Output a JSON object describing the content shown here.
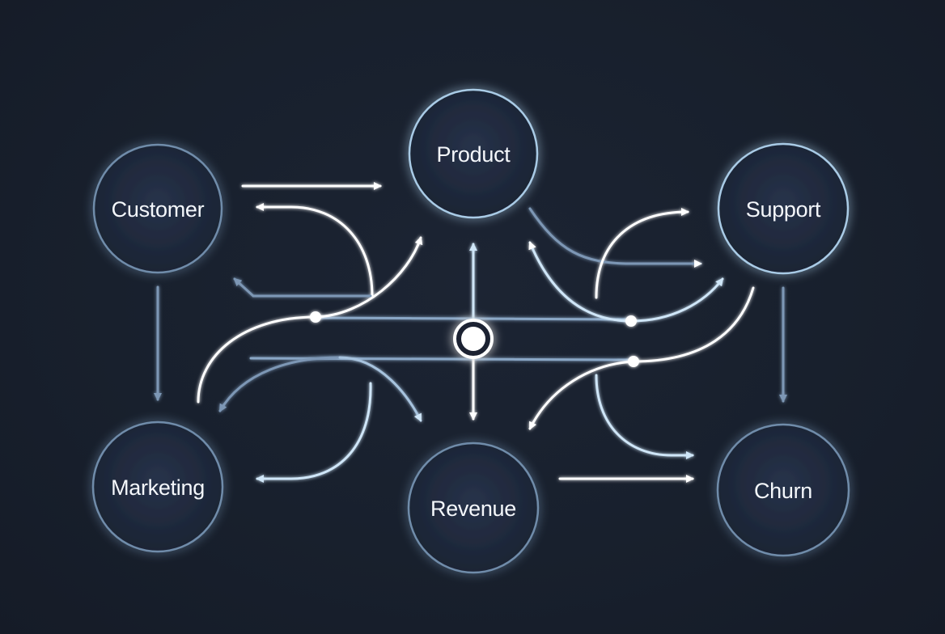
{
  "diagram": {
    "title": "",
    "colors": {
      "background": "#18202d",
      "node_fill": "#1f293a",
      "node_stroke_bright": "#a9cbe6",
      "node_stroke_dim": "#6f8caa",
      "edge_white": "#ffffff",
      "edge_light_blue": "#cfe6f8",
      "edge_steel": "#7d97b5",
      "hub": "#ffffff"
    },
    "nodes": [
      {
        "id": "customer",
        "label": "Customer",
        "emphasis": "dim"
      },
      {
        "id": "product",
        "label": "Product",
        "emphasis": "bright"
      },
      {
        "id": "support",
        "label": "Support",
        "emphasis": "bright"
      },
      {
        "id": "marketing",
        "label": "Marketing",
        "emphasis": "dim"
      },
      {
        "id": "revenue",
        "label": "Revenue",
        "emphasis": "dim"
      },
      {
        "id": "churn",
        "label": "Churn",
        "emphasis": "dim"
      }
    ],
    "hub": {
      "id": "central-hub",
      "label": ""
    },
    "edges": [
      {
        "from": "customer",
        "to": "product",
        "style": "white"
      },
      {
        "from": "product",
        "to": "customer",
        "style": "white"
      },
      {
        "from": "junction-left",
        "to": "customer",
        "style": "steel"
      },
      {
        "from": "junction-left",
        "to": "product",
        "style": "white"
      },
      {
        "from": "junction-left",
        "to": "marketing",
        "style": "white"
      },
      {
        "from": "hub",
        "to": "product",
        "style": "light-blue"
      },
      {
        "from": "hub",
        "to": "revenue",
        "style": "white"
      },
      {
        "from": "customer",
        "to": "marketing",
        "style": "steel"
      },
      {
        "from": "junction-lower",
        "to": "marketing",
        "style": "steel"
      },
      {
        "from": "junction-lower",
        "to": "revenue",
        "style": "light-blue"
      },
      {
        "from": "revenue",
        "to": "marketing",
        "style": "light-blue"
      },
      {
        "from": "product",
        "to": "support",
        "style": "steel"
      },
      {
        "from": "junction-right",
        "to": "product",
        "style": "light-blue"
      },
      {
        "from": "junction-right",
        "to": "support",
        "style": "light-blue"
      },
      {
        "from": "junction-mid",
        "to": "support",
        "style": "white"
      },
      {
        "from": "support",
        "to": "revenue",
        "style": "white"
      },
      {
        "from": "support",
        "to": "churn",
        "style": "steel"
      },
      {
        "from": "junction-mid",
        "to": "churn",
        "style": "light-blue"
      },
      {
        "from": "revenue",
        "to": "churn",
        "style": "white"
      }
    ]
  }
}
